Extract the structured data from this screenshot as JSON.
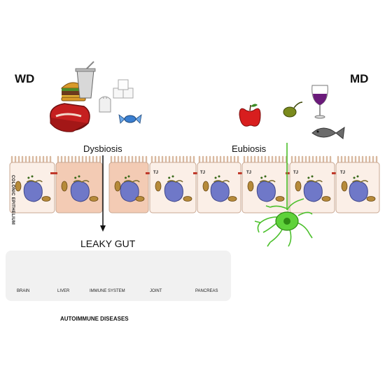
{
  "diets": {
    "western": "WD",
    "mediterranean": "MD"
  },
  "states": {
    "dysbiosis": "Dysbiosis",
    "eubiosis": "Eubiosis"
  },
  "epithelium_label": "COLONIC EPITHELIUM",
  "junction_label": "TJ",
  "leaky_gut": "LEAKY GUT",
  "organs": [
    {
      "name": "brain",
      "label": "BRAIN"
    },
    {
      "name": "liver",
      "label": "LIVER"
    },
    {
      "name": "immune",
      "label": "IMMUNE SYSTEM"
    },
    {
      "name": "joint",
      "label": "JOINT"
    },
    {
      "name": "pancreas",
      "label": "PANCREAS"
    }
  ],
  "autoimmune_label": "AUTOIMMUNE DISEASES",
  "colors": {
    "inflamed_cell": "#f3cbb4",
    "healthy_cell": "#fbefe7",
    "nucleus": "#6f78c8",
    "neuron": "#4cc02c",
    "junction": "#c0392b",
    "arrow": "#111111"
  },
  "icons": [
    "meat-icon",
    "burger-icon",
    "soda-cup-icon",
    "salt-shaker-icon",
    "sugar-cubes-icon",
    "candy-icon",
    "apple-icon",
    "olive-icon",
    "wine-glass-icon",
    "fish-icon"
  ]
}
